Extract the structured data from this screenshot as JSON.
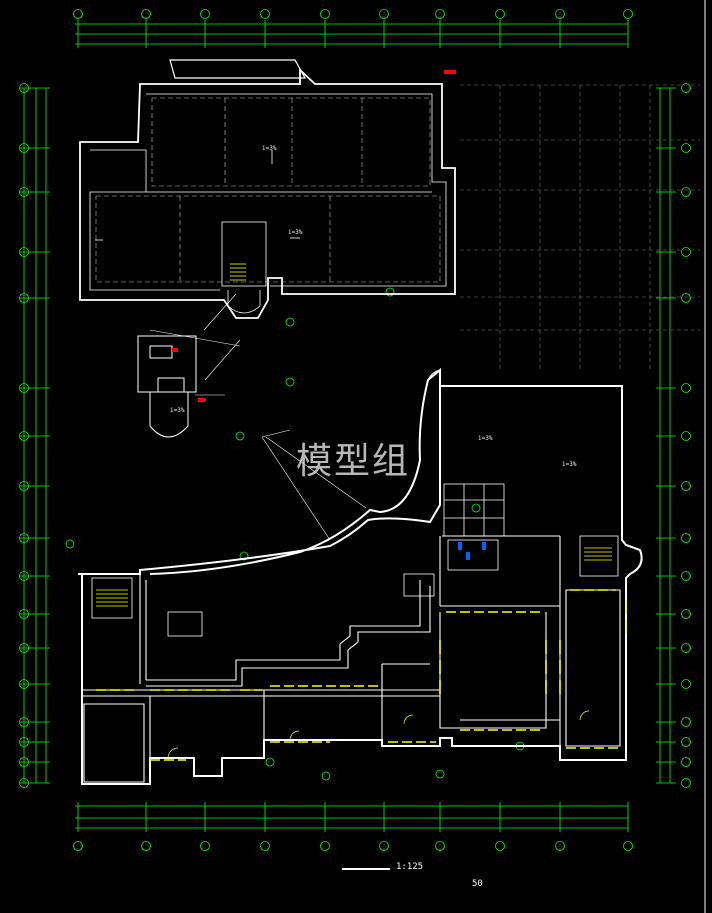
{
  "drawing": {
    "watermark": "模型组",
    "scale_label": "1:125",
    "page_number": "50",
    "slope_labels": [
      "i=3%",
      "i=3%",
      "i=3%",
      "i=3%",
      "i=3%"
    ],
    "colors": {
      "background": "#000000",
      "walls": "#ffffff",
      "axis_lines": "#00ff00",
      "grid_bubbles": "#00ff00",
      "dimension_text": "#00ff00",
      "fixtures": "#ffff00",
      "dashed": "#c0c0c0",
      "markers": "#ff0000",
      "glazing": "#00aaff"
    },
    "icons": [
      "axis-bubble-icon",
      "north-arrow-icon"
    ]
  }
}
